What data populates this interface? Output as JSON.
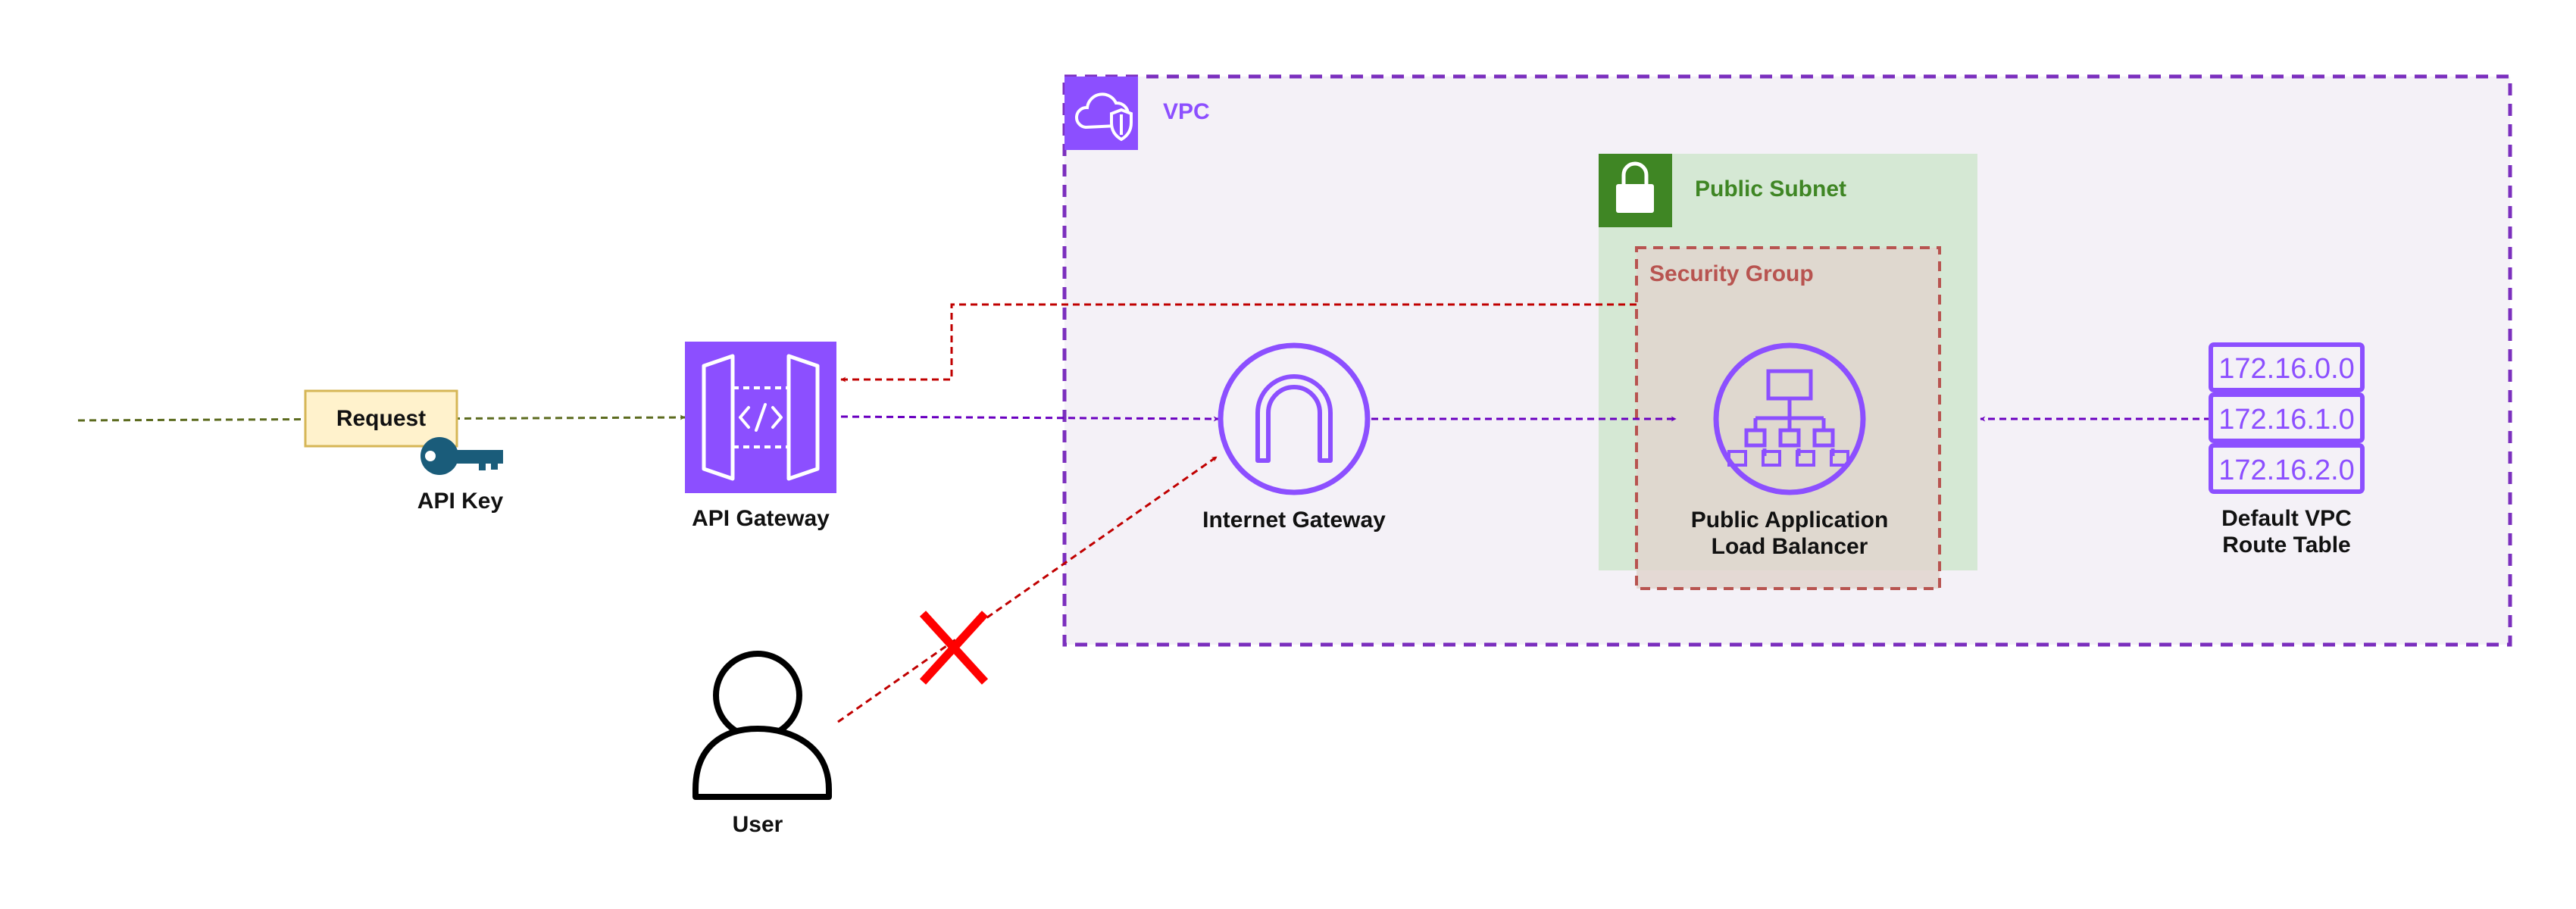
{
  "vpc": {
    "label": "VPC",
    "color": "#8C4FFF"
  },
  "public_subnet": {
    "label": "Public Subnet",
    "color": "#3F8624",
    "fill": "#D5E8D4"
  },
  "security_group": {
    "label": "Security Group",
    "color": "#B85450"
  },
  "request": {
    "label": "Request"
  },
  "api_key": {
    "label": "API Key",
    "icon": "key-icon",
    "color": "#1A5C7A"
  },
  "api_gateway": {
    "label": "API Gateway",
    "icon": "api-gateway-icon"
  },
  "internet_gateway": {
    "label": "Internet Gateway",
    "icon": "internet-gateway-icon"
  },
  "load_balancer": {
    "label_line1": "Public Application",
    "label_line2": "Load Balancer",
    "icon": "load-balancer-icon"
  },
  "route_table": {
    "label_line1": "Default VPC",
    "label_line2": "Route Table",
    "routes": [
      "172.16.0.0",
      "172.16.1.0",
      "172.16.2.0"
    ]
  },
  "user": {
    "label": "User",
    "icon": "user-icon"
  },
  "blocked_marker": {
    "icon": "cross-icon",
    "color": "#FF0000"
  },
  "colors": {
    "accent": "#8C4FFF",
    "flow": "#6A00C0",
    "deny": "#C00000",
    "request_flow": "#5C6B1F"
  }
}
